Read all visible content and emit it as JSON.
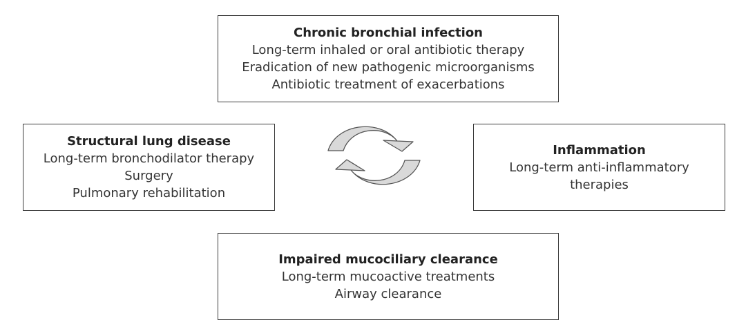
{
  "boxes": {
    "top": {
      "title": "Chronic bronchial infection",
      "lines": [
        "Long-term inhaled or oral antibiotic therapy",
        "Eradication of new pathogenic microorganisms",
        "Antibiotic treatment of exacerbations"
      ]
    },
    "left": {
      "title": "Structural lung disease",
      "lines": [
        "Long-term bronchodilator therapy",
        "Surgery",
        "Pulmonary rehabilitation"
      ]
    },
    "right": {
      "title": "Inflammation",
      "lines": [
        "Long-term anti-inflammatory",
        "therapies"
      ]
    },
    "bottom": {
      "title": "Impaired mucociliary clearance",
      "lines": [
        "Long-term mucoactive treatments",
        "Airway clearance"
      ]
    }
  },
  "colors": {
    "border": "#3a3a3a",
    "arrow_fill": "#d9d9d9",
    "arrow_stroke": "#555555"
  },
  "icons": {
    "center": "cycle-arrows-icon"
  }
}
